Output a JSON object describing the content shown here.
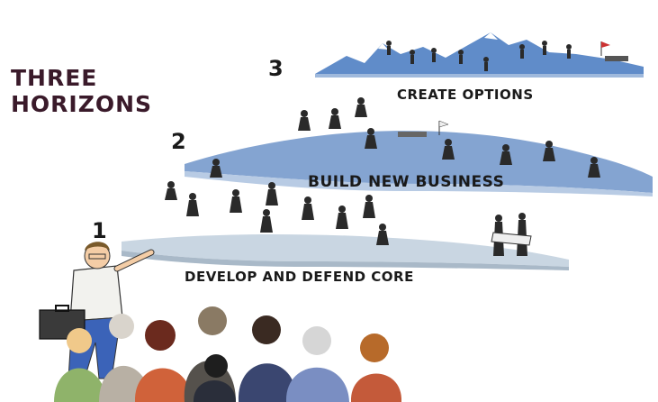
{
  "title": {
    "line1": "THREE",
    "line2": "HORIZONS"
  },
  "horizons": [
    {
      "number": "1",
      "label": "DEVELOP AND DEFEND CORE"
    },
    {
      "number": "2",
      "label": "BUILD NEW BUSINESS"
    },
    {
      "number": "3",
      "label": "CREATE OPTIONS"
    }
  ],
  "colors": {
    "title": "#3a1a2a",
    "ground_core": "#c9d6e2",
    "hill_business": "#6f94c9",
    "mountain_options": "#4f7fc3",
    "presenter_shirt": "#f2f2ee",
    "presenter_pants": "#3b63b8"
  }
}
